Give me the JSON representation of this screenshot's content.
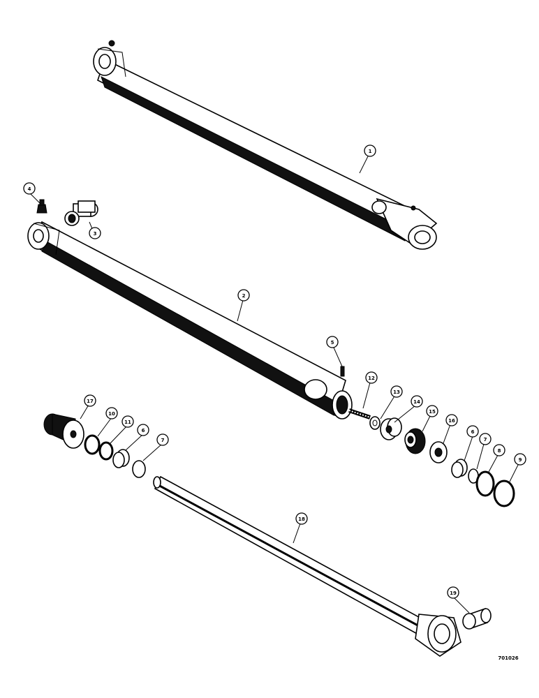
{
  "diagram": {
    "reference_number": "701026",
    "callouts": [
      {
        "id": "c1",
        "label": "1"
      },
      {
        "id": "c2",
        "label": "2"
      },
      {
        "id": "c3",
        "label": "3"
      },
      {
        "id": "c4",
        "label": "4"
      },
      {
        "id": "c5",
        "label": "5"
      },
      {
        "id": "c6a",
        "label": "6"
      },
      {
        "id": "c6b",
        "label": "6"
      },
      {
        "id": "c7a",
        "label": "7"
      },
      {
        "id": "c7b",
        "label": "7"
      },
      {
        "id": "c8",
        "label": "8"
      },
      {
        "id": "c9",
        "label": "9"
      },
      {
        "id": "c10",
        "label": "10"
      },
      {
        "id": "c11",
        "label": "11"
      },
      {
        "id": "c12",
        "label": "12"
      },
      {
        "id": "c13",
        "label": "13"
      },
      {
        "id": "c14",
        "label": "14"
      },
      {
        "id": "c15",
        "label": "15"
      },
      {
        "id": "c16",
        "label": "16"
      },
      {
        "id": "c17",
        "label": "17"
      },
      {
        "id": "c18",
        "label": "18"
      },
      {
        "id": "c19",
        "label": "19"
      }
    ]
  }
}
